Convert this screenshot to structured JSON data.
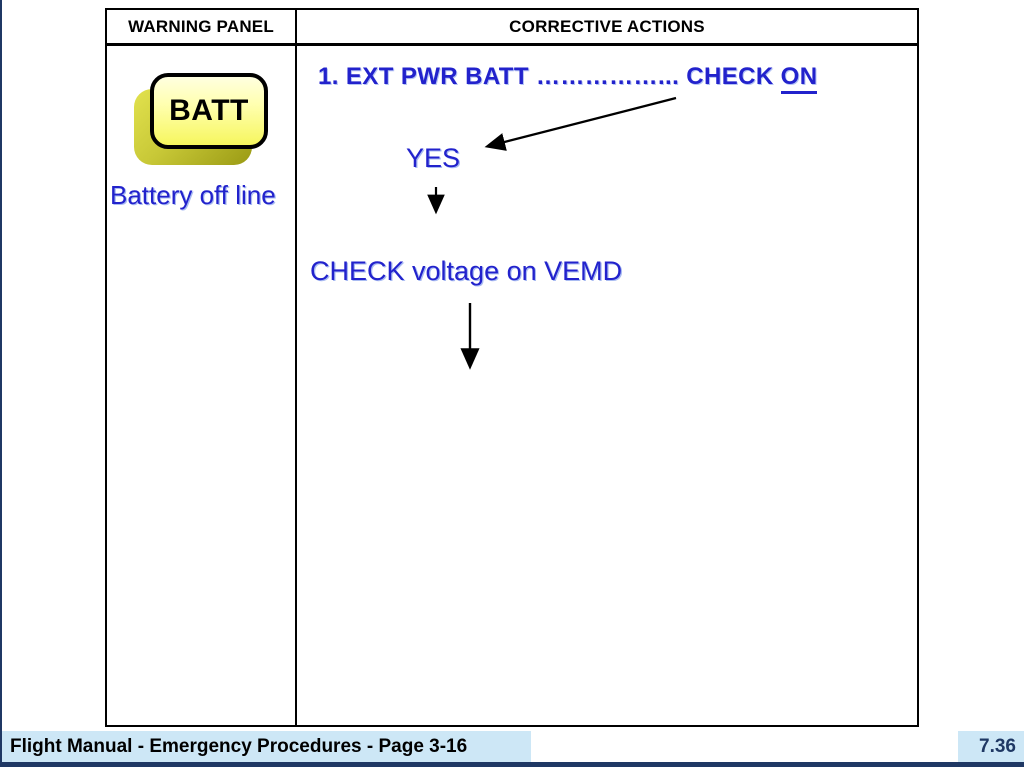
{
  "colors": {
    "accent_navy": "#1F3864",
    "text_blue": "#2222CC",
    "footer_background": "#CDE7F6",
    "button_yellow_top": "#FFFFE0",
    "button_yellow_bottom": "#F6F65E",
    "button_extrude_olive": "#C8C837"
  },
  "table": {
    "header": {
      "warning_panel": "WARNING PANEL",
      "corrective_actions": "CORRECTIVE ACTIONS"
    },
    "warning": {
      "button_label": "BATT",
      "caption": "Battery off line"
    },
    "actions": {
      "step1_prefix": "1. EXT PWR BATT ……………... CHECK ",
      "step1_underlined": "ON",
      "yes_label": "YES",
      "check_voltage_label": "CHECK voltage on VEMD"
    }
  },
  "footer": {
    "text": "Flight Manual - Emergency Procedures - Page 3-16",
    "page_number": "7.36"
  }
}
